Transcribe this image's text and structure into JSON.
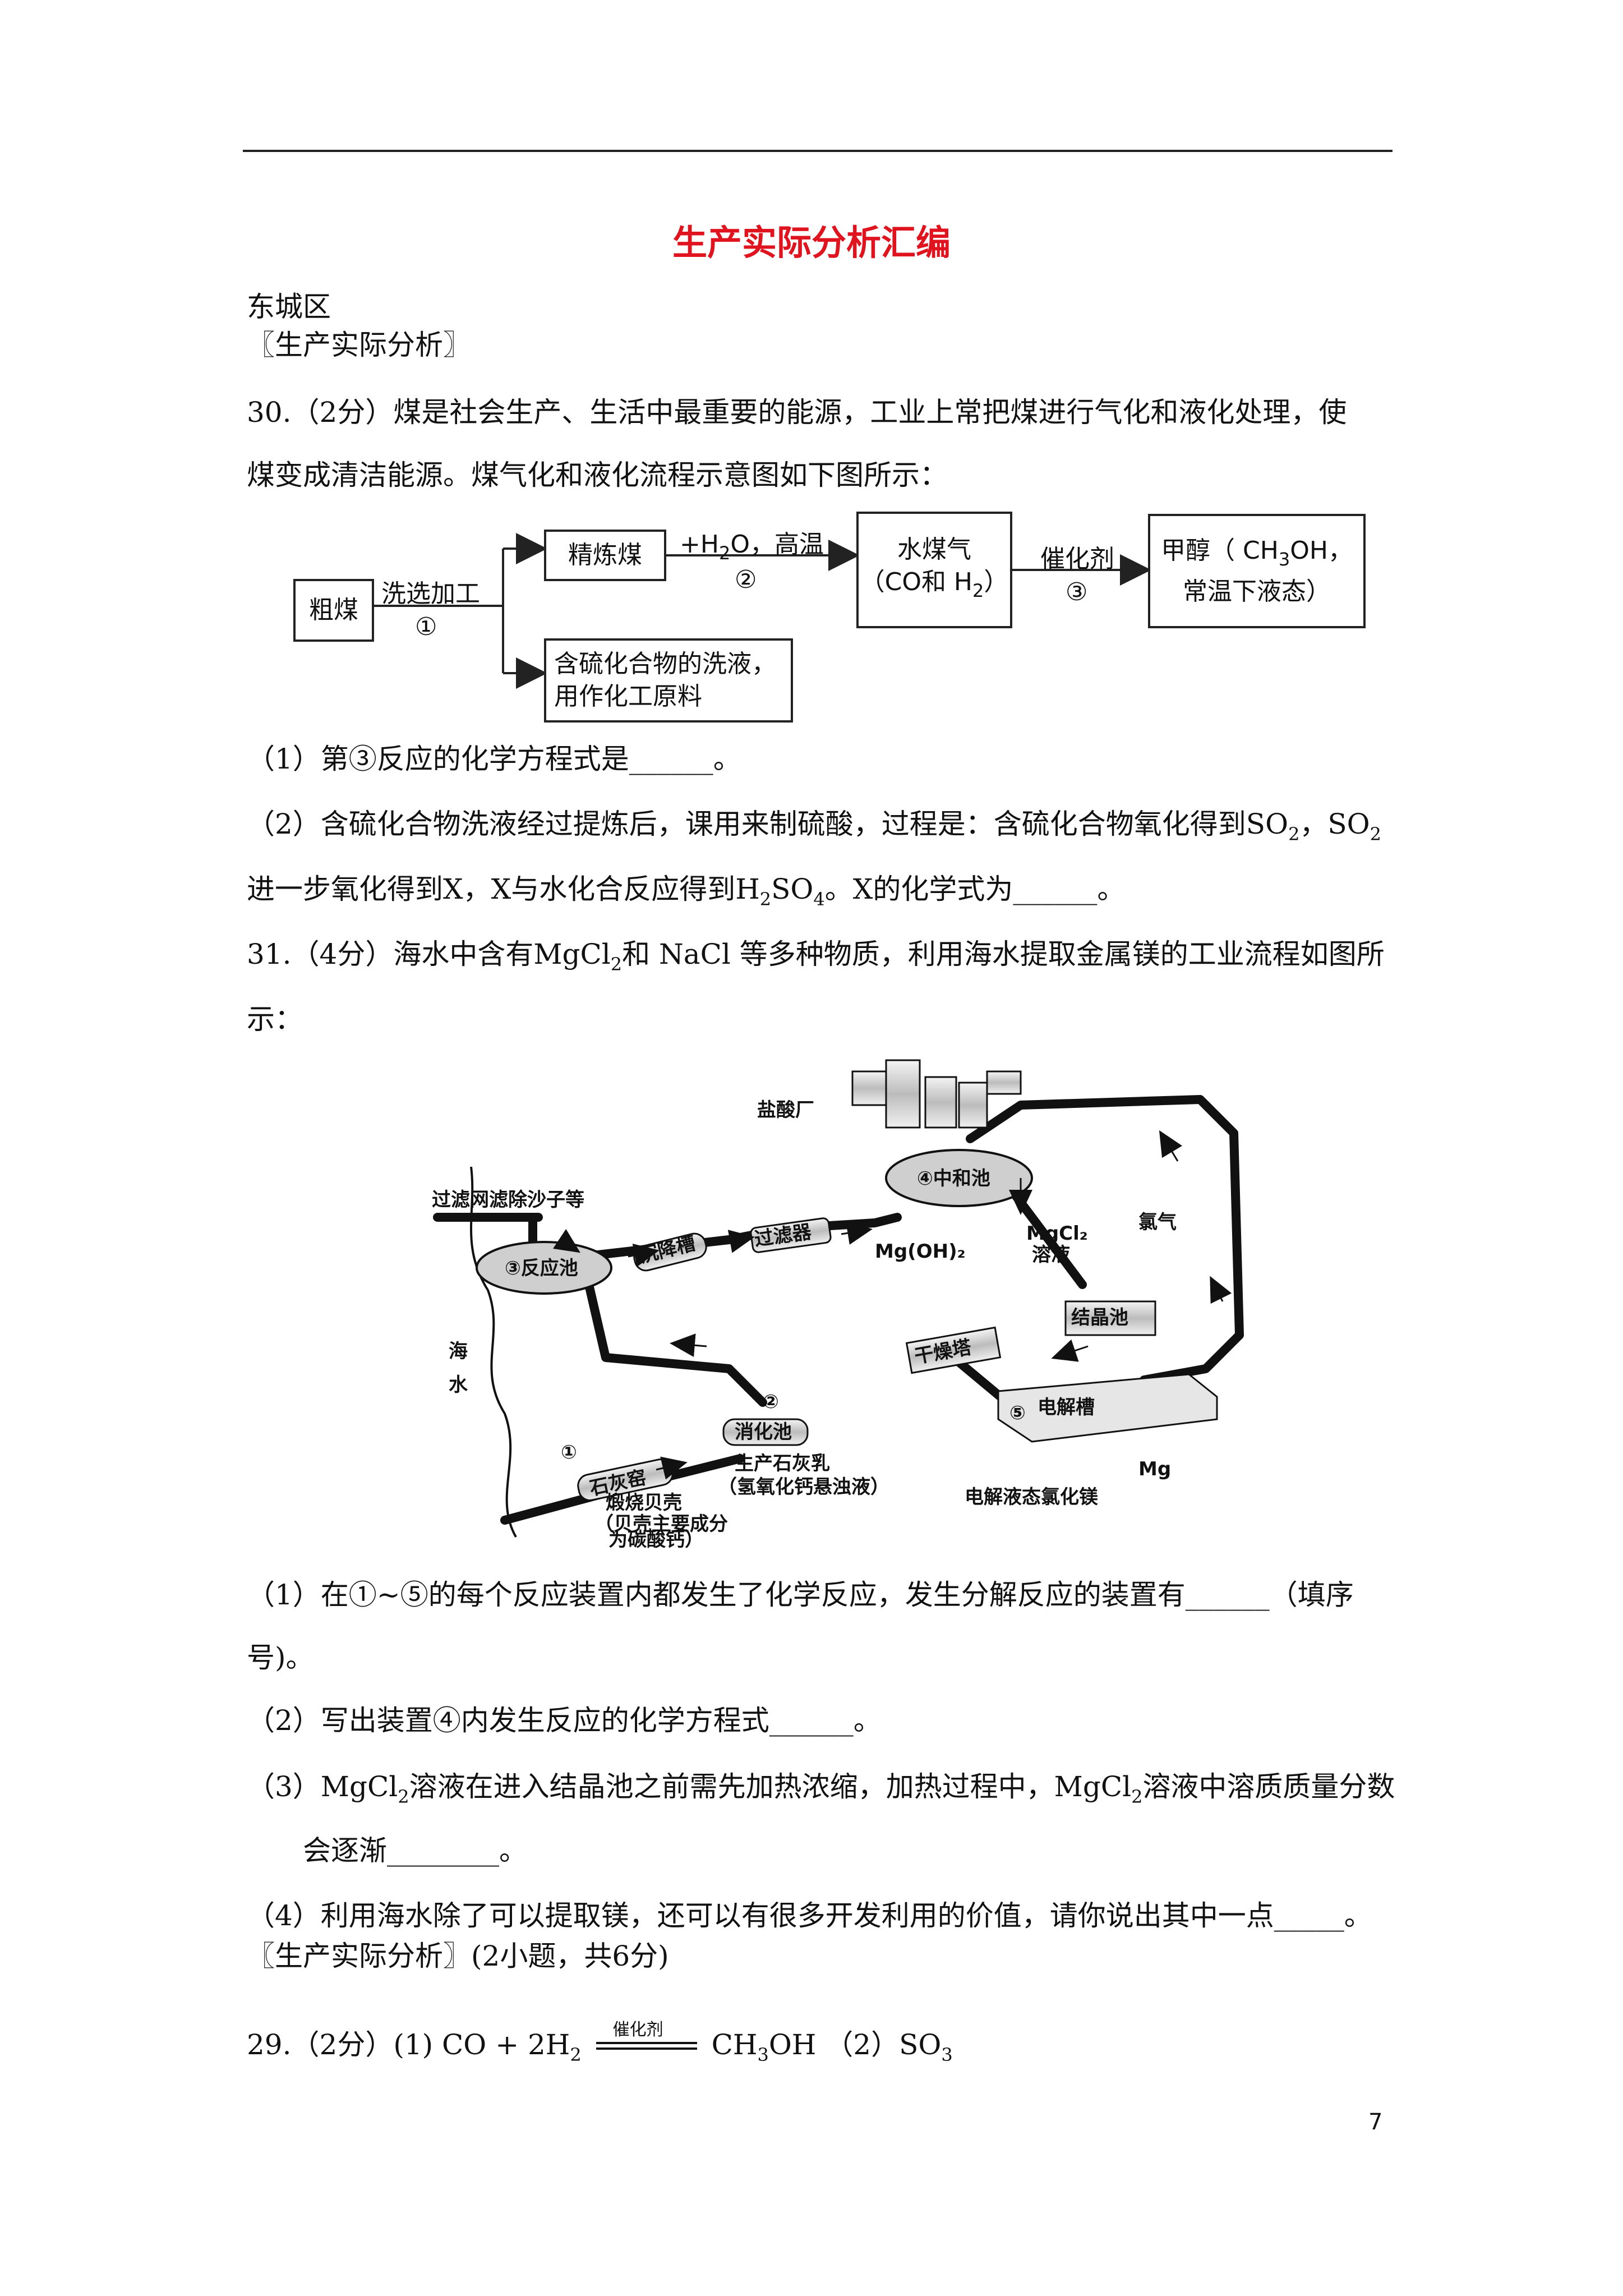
{
  "page": {
    "title": "生产实际分析汇编",
    "district": "东城区",
    "section_header": "〖生产实际分析〗",
    "page_number": "7"
  },
  "q30": {
    "line1": "30.（2分）煤是社会生产、生活中最重要的能源，工业上常把煤进行气化和液化处理，使",
    "line2": "煤变成清洁能源。煤气化和液化流程示意图如下图所示：",
    "flow": {
      "raw_coal": "粗煤",
      "wash_label": "洗选加工",
      "step1": "①",
      "refined_coal": "精炼煤",
      "h2o_label_a": "+H",
      "h2o_label_b": "2",
      "h2o_label_c": "O，高温",
      "step2": "②",
      "water_gas_line1": "水煤气",
      "water_gas_line2a": "（CO和  H",
      "water_gas_line2b": "2",
      "water_gas_line2c": "）",
      "catalyst": "催化剂",
      "step3": "③",
      "methanol_line1a": "甲醇（ CH",
      "methanol_line1b": "3",
      "methanol_line1c": "OH，",
      "methanol_line2": "常温下液态）",
      "sulfur_line1": "含硫化合物的洗液，",
      "sulfur_line2": "用作化工原料"
    },
    "sub1": "（1）第③反应的化学方程式是______。",
    "sub2_a": "（2）含硫化合物洗液经过提炼后，课用来制硫酸，过程是：含硫化合物氧化得到SO",
    "sub2_b": "2",
    "sub2_c": "，SO",
    "sub2_d": "2",
    "sub2_line2_a": "进一步氧化得到X，X与水化合反应得到H",
    "sub2_line2_b": "2",
    "sub2_line2_c": "SO",
    "sub2_line2_d": "4",
    "sub2_line2_e": "。X的化学式为______。"
  },
  "q31": {
    "line1_a": "31.（4分）海水中含有MgCl",
    "line1_b": "2",
    "line1_c": "和 NaCl 等多种物质，利用海水提取金属镁的工业流程如图所",
    "line2": "示：",
    "diagram": {
      "hcl_plant": "盐酸厂",
      "chlorine": "氯气",
      "filter_sand": "过滤网滤除沙子等",
      "sediment_tank": "沉降槽",
      "filter": "过滤器",
      "neutral_pool": "④中和池",
      "mgoh2": "Mg(OH)₂",
      "mgcl2_sol_1": "MgCl₂",
      "mgcl2_sol_2": "溶液",
      "reaction_pool": "③反应池",
      "crystal_pool": "结晶池",
      "dry_tower": "干燥塔",
      "seawater_1": "海",
      "seawater_2": "水",
      "digest_pool": "消化池",
      "step2_mark": "②",
      "electrolysis": "电解槽",
      "step5_mark": "⑤",
      "mg": "Mg",
      "step1_mark": "①",
      "lime_kiln": "石灰窑",
      "lime_milk_1": "生产石灰乳",
      "lime_milk_2": "（氢氧化钙悬浊液）",
      "calcine_1": "煅烧贝壳",
      "calcine_2": "（贝壳主要成分",
      "calcine_3": "为碳酸钙）",
      "electrolysis_note": "电解液态氯化镁"
    },
    "sub1_line1": "（1）在①~⑤的每个反应装置内都发生了化学反应，发生分解反应的装置有______（填序",
    "sub1_line2": "号)。",
    "sub2": "（2）写出装置④内发生反应的化学方程式______。",
    "sub3_a": "（3）MgCl",
    "sub3_b": "2",
    "sub3_c": "溶液在进入结晶池之前需先加热浓缩，加热过程中，MgCl",
    "sub3_d": "2",
    "sub3_e": "溶液中溶质质量分数",
    "sub3_line2": "会逐渐________。",
    "sub4": "（4）利用海水除了可以提取镁，还可以有很多开发利用的价值，请你说出其中一点_____。"
  },
  "answer": {
    "header": "〖生产实际分析〗(2小题，共6分)",
    "ans_a": "29.（2分）(1) CO + 2H",
    "ans_b": "2",
    "catalyst": "催化剂",
    "ans_c": "CH",
    "ans_d": "3",
    "ans_e": "OH  （2）SO",
    "ans_f": "3"
  }
}
